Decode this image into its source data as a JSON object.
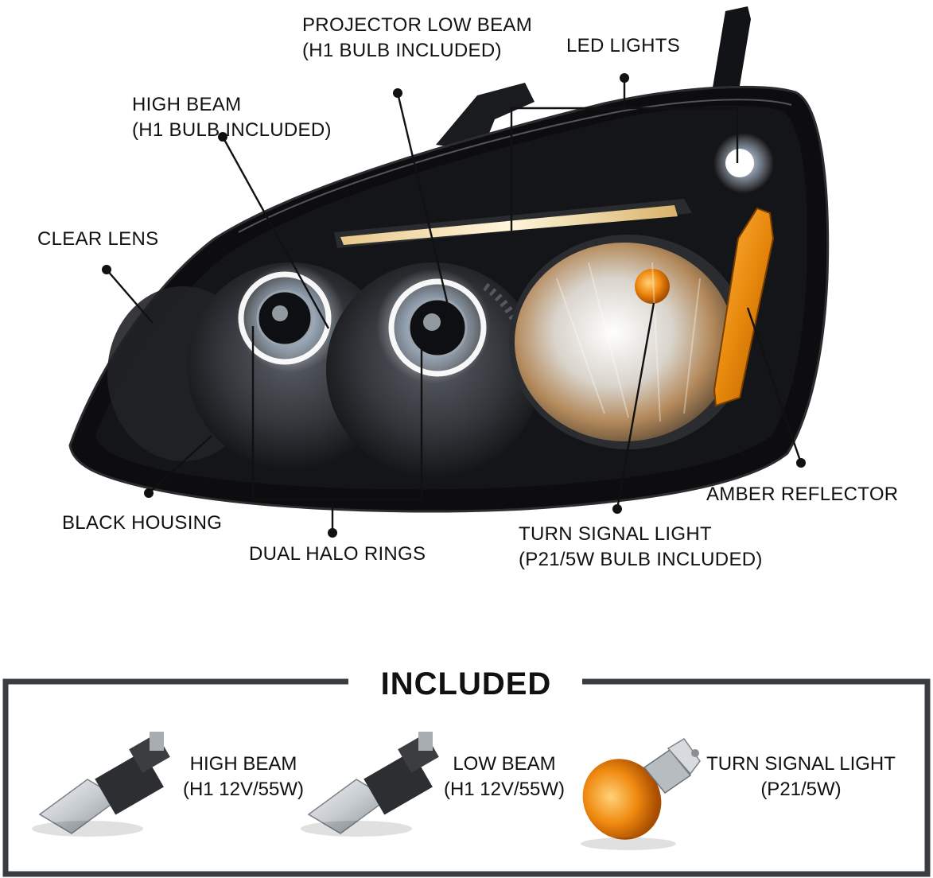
{
  "callouts": {
    "projector_low_beam": [
      "PROJECTOR LOW BEAM",
      "(H1 BULB INCLUDED)"
    ],
    "led_lights": "LED LIGHTS",
    "high_beam": [
      "HIGH BEAM",
      "(H1 BULB INCLUDED)"
    ],
    "clear_lens": "CLEAR LENS",
    "black_housing": "BLACK HOUSING",
    "dual_halo_rings": "DUAL HALO RINGS",
    "turn_signal_light": [
      "TURN SIGNAL LIGHT",
      "(P21/5W BULB INCLUDED)"
    ],
    "amber_reflector": "AMBER REFLECTOR"
  },
  "included": {
    "title": "INCLUDED",
    "items": [
      {
        "name": "HIGH BEAM",
        "spec": "(H1 12V/55W)",
        "bulb": "h1-halogen-bulb"
      },
      {
        "name": "LOW BEAM",
        "spec": "(H1 12V/55W)",
        "bulb": "h1-halogen-bulb"
      },
      {
        "name": "TURN SIGNAL LIGHT",
        "spec": "(P21/5W)",
        "bulb": "amber-p21-bulb"
      }
    ]
  },
  "colors": {
    "housing": "#0d0d0f",
    "amber": "#e8890c",
    "frame": "#3a3d40",
    "leader": "#111111"
  }
}
